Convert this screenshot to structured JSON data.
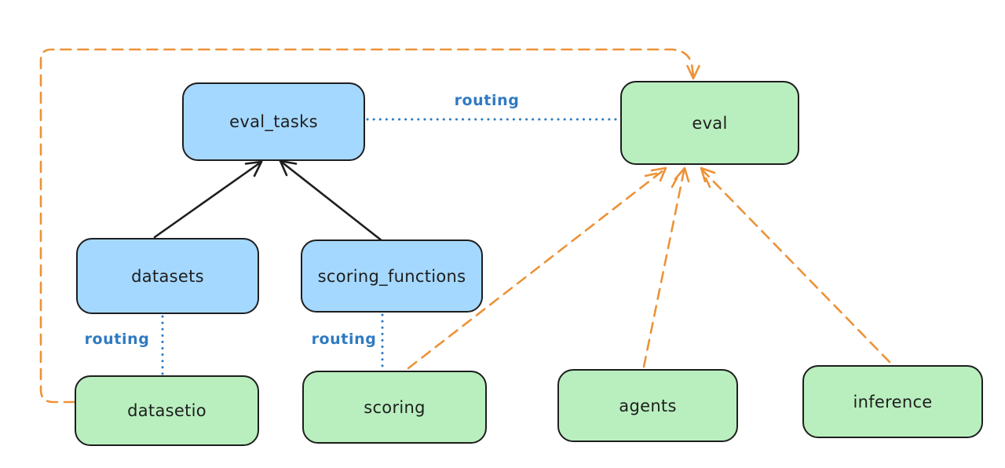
{
  "diagram": {
    "nodes": [
      {
        "id": "eval_tasks",
        "label": "eval_tasks",
        "fill": "blue"
      },
      {
        "id": "eval",
        "label": "eval",
        "fill": "green"
      },
      {
        "id": "datasets",
        "label": "datasets",
        "fill": "blue"
      },
      {
        "id": "scoring_functions",
        "label": "scoring_functions",
        "fill": "blue"
      },
      {
        "id": "datasetio",
        "label": "datasetio",
        "fill": "green"
      },
      {
        "id": "scoring",
        "label": "scoring",
        "fill": "green"
      },
      {
        "id": "agents",
        "label": "agents",
        "fill": "green"
      },
      {
        "id": "inference",
        "label": "inference",
        "fill": "green"
      }
    ],
    "edges": [
      {
        "from": "datasets",
        "to": "eval_tasks",
        "style": "solid-arrow",
        "color": "#1e1e1e"
      },
      {
        "from": "scoring_functions",
        "to": "eval_tasks",
        "style": "solid-arrow",
        "color": "#1e1e1e"
      },
      {
        "from": "eval_tasks",
        "to": "eval",
        "style": "dotted",
        "label": "routing",
        "color": "#2f7ac2"
      },
      {
        "from": "datasets",
        "to": "datasetio",
        "style": "dotted",
        "label": "routing",
        "color": "#2f7ac2"
      },
      {
        "from": "scoring_functions",
        "to": "scoring",
        "style": "dotted",
        "label": "routing",
        "color": "#2f7ac2"
      },
      {
        "from": "datasetio",
        "to": "eval",
        "style": "dashed-arrow",
        "color": "#ec9338"
      },
      {
        "from": "scoring",
        "to": "eval",
        "style": "dashed-arrow",
        "color": "#ec9338"
      },
      {
        "from": "agents",
        "to": "eval",
        "style": "dashed-arrow",
        "color": "#ec9338"
      },
      {
        "from": "inference",
        "to": "eval",
        "style": "dashed-arrow",
        "color": "#ec9338"
      }
    ],
    "colors": {
      "background": "#ffffff",
      "node_stroke": "#1e1e1e",
      "blue_fill": "#a5d8ff",
      "green_fill": "#b9efbe",
      "dashed_orange": "#ec9338",
      "routing_blue": "#2f7ac2",
      "solid_black": "#1e1e1e"
    }
  }
}
